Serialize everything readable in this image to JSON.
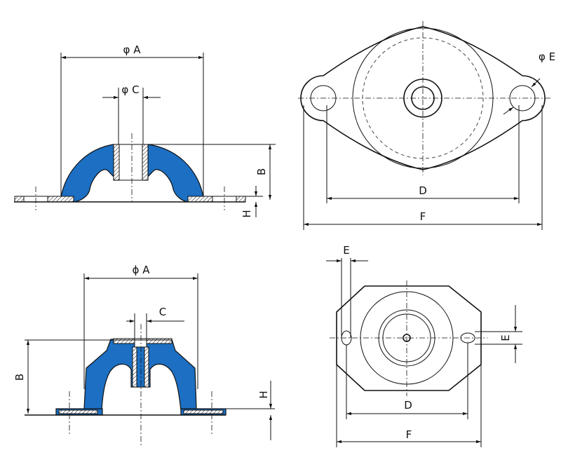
{
  "colors": {
    "rubber": "#1c6fc2",
    "line": "#111111"
  },
  "top_left_view": {
    "dia_a": "φ A",
    "dia_c": "φ C",
    "height_b": "B",
    "thickness_h": "H"
  },
  "top_right_view": {
    "dia_e": "φ E",
    "dist_d": "D",
    "len_f": "F"
  },
  "bottom_left_view": {
    "dia_a": "ϕ A",
    "dim_c": "C",
    "height_b": "B",
    "thickness_h": "H"
  },
  "bottom_right_view": {
    "dim_e_top": "E",
    "dim_e_right": "E",
    "dist_d": "D",
    "len_f": "F"
  }
}
